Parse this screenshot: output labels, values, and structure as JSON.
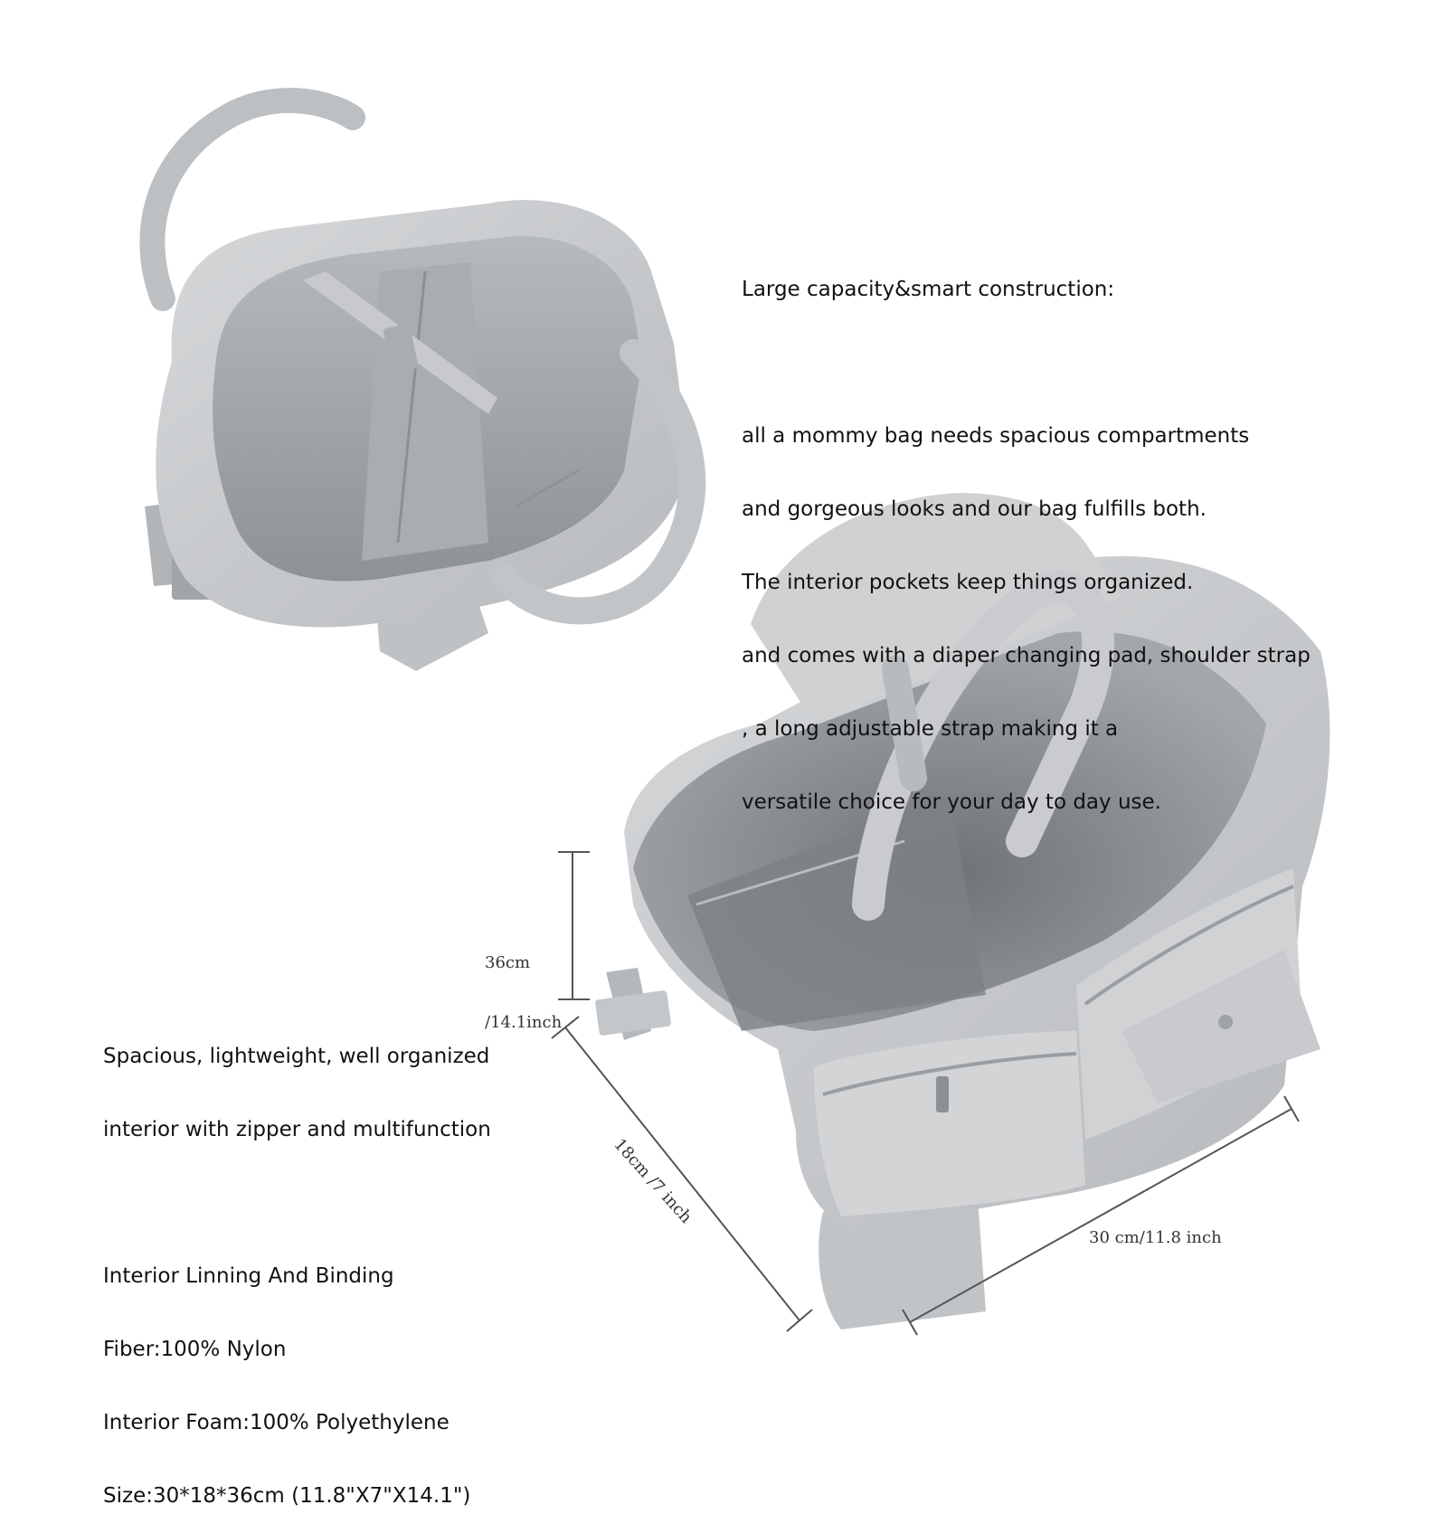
{
  "description_text": {
    "heading": "Large capacity&smart construction:",
    "paragraph_lines": [
      "all a mommy bag needs spacious compartments",
      "and gorgeous looks and our bag fulfills both.",
      "The interior pockets keep things organized.",
      "and comes with a diaper changing pad, shoulder strap",
      ", a long adjustable strap making it a",
      "versatile choice for your day to day use."
    ]
  },
  "spec_text": {
    "intro_lines": [
      "Spacious, lightweight, well organized",
      "interior with zipper and multifunction"
    ],
    "spec_lines": [
      "Interior Linning And Binding",
      "Fiber:100% Nylon",
      "Interior Foam:100% Polyethylene",
      "Size:30*18*36cm (11.8\"X7\"X14.1\")"
    ]
  },
  "dimensions": {
    "height_line1": "36cm",
    "height_line2": "/14.1inch",
    "depth": "18cm /7 inch",
    "width": "30 cm/11.8 inch"
  },
  "colors": {
    "bag_fabric": "#c9cbcd",
    "bag_shadow": "#a9acaf",
    "lining": "#9a9ea3",
    "lining_dark": "#707479",
    "dimension_line": "#555555"
  }
}
